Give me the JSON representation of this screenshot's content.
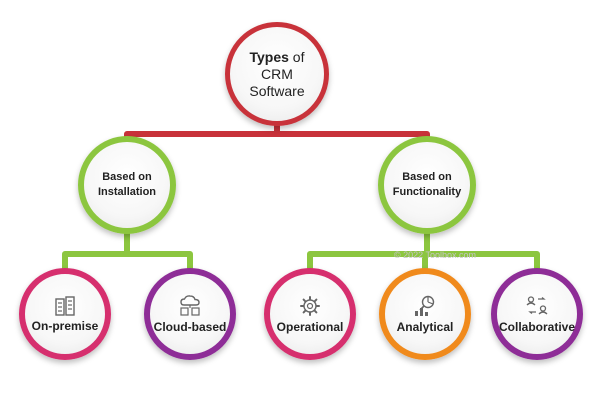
{
  "root": {
    "title_bold": "Types",
    "title_rest": " of",
    "line2": "CRM",
    "line3": "Software"
  },
  "branches": [
    {
      "line1": "Based on",
      "line2": "Installation"
    },
    {
      "line1": "Based on",
      "line2": "Functionality"
    }
  ],
  "leaves": [
    {
      "label": "On-premise",
      "icon": "server-rack-icon",
      "color": "#d62f6e"
    },
    {
      "label": "Cloud-based",
      "icon": "cloud-server-icon",
      "color": "#8e2d97"
    },
    {
      "label": "Operational",
      "icon": "gear-icon",
      "color": "#d62f6e"
    },
    {
      "label": "Analytical",
      "icon": "analytics-icon",
      "color": "#f08a1c"
    },
    {
      "label": "Collaborative",
      "icon": "people-exchange-icon",
      "color": "#8e2d97"
    }
  ],
  "colors": {
    "root": "#c8323a",
    "branch": "#8cc63f"
  },
  "watermark": "© 2022 Toolbox.com"
}
